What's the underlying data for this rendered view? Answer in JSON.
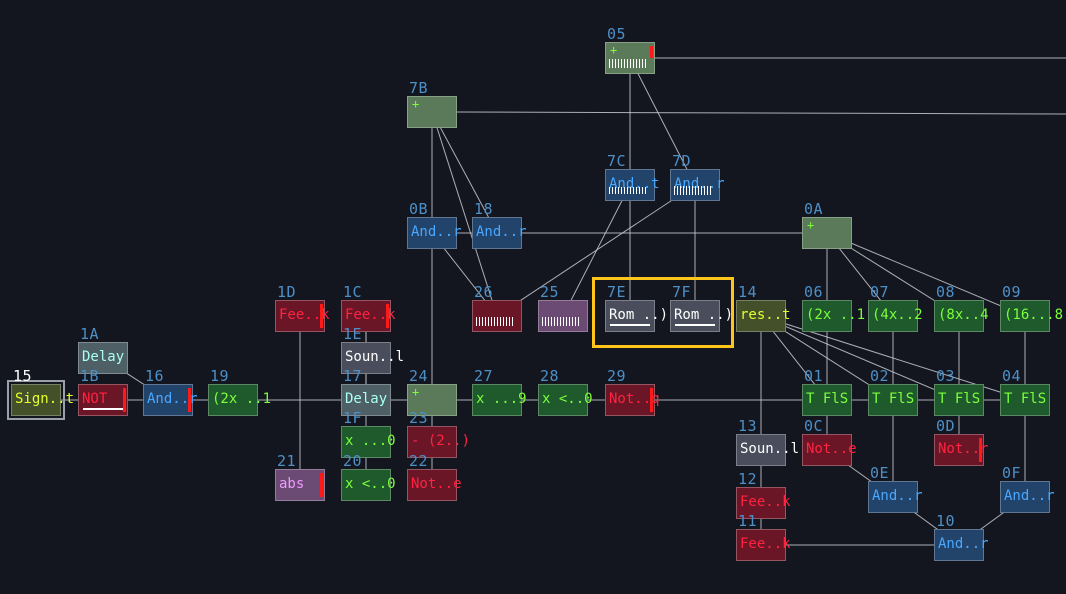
{
  "colors": {
    "background": "#14161f",
    "wire": "#c8cad2",
    "selection_highlight": "#ffc51a",
    "node_id_text": "#4d8fc7"
  },
  "nodes": [
    {
      "id": "05",
      "label": "",
      "type": "sage",
      "plus": true,
      "wave": true,
      "bar": "small"
    },
    {
      "id": "7B",
      "label": "",
      "type": "sage",
      "plus": true
    },
    {
      "id": "7C",
      "label": "And..t",
      "type": "blue",
      "wave": "half"
    },
    {
      "id": "7D",
      "label": "And..r",
      "type": "blue",
      "wave": true
    },
    {
      "id": "0B",
      "label": "And..r",
      "type": "blue"
    },
    {
      "id": "18",
      "label": "And..r",
      "type": "blue"
    },
    {
      "id": "0A",
      "label": "",
      "type": "sage",
      "plus": true
    },
    {
      "id": "1D",
      "label": "Fee..k",
      "type": "red",
      "bar": "full"
    },
    {
      "id": "1C",
      "label": "Fee..k",
      "type": "red",
      "bar": "full"
    },
    {
      "id": "26",
      "label": "",
      "type": "red",
      "wave": true
    },
    {
      "id": "25",
      "label": "",
      "type": "pink",
      "wave": true
    },
    {
      "id": "7E",
      "label": "Rom ..)",
      "type": "grey",
      "uline": true
    },
    {
      "id": "7F",
      "label": "Rom ..)",
      "type": "grey",
      "uline": true
    },
    {
      "id": "14",
      "label": "res..t",
      "type": "olive"
    },
    {
      "id": "06",
      "label": "(2x ..1",
      "type": "green"
    },
    {
      "id": "07",
      "label": "(4x..2",
      "type": "green"
    },
    {
      "id": "08",
      "label": "(8x..4",
      "type": "green"
    },
    {
      "id": "09",
      "label": "(16...8",
      "type": "green"
    },
    {
      "id": "1E",
      "label": "Soun..l",
      "type": "grey"
    },
    {
      "id": "1A",
      "label": "Delay",
      "type": "cyan"
    },
    {
      "id": "15",
      "label": "Sign..t",
      "type": "olive",
      "selected": true
    },
    {
      "id": "1B",
      "label": "NOT",
      "type": "red",
      "bar": "full",
      "uline": true
    },
    {
      "id": "16",
      "label": "And..r",
      "type": "blue",
      "bar": "full"
    },
    {
      "id": "19",
      "label": "(2x ..1",
      "type": "green"
    },
    {
      "id": "17",
      "label": "Delay",
      "type": "cyan"
    },
    {
      "id": "24",
      "label": "",
      "type": "sage",
      "plus": true
    },
    {
      "id": "27",
      "label": "x ...9",
      "type": "green"
    },
    {
      "id": "28",
      "label": "x <..0",
      "type": "green"
    },
    {
      "id": "29",
      "label": "Not..q",
      "type": "red",
      "bar": "full"
    },
    {
      "id": "01",
      "label": "T FlS",
      "type": "green"
    },
    {
      "id": "02",
      "label": "T FlS",
      "type": "green"
    },
    {
      "id": "03",
      "label": "T FlS",
      "type": "green"
    },
    {
      "id": "04",
      "label": "T FlS",
      "type": "green"
    },
    {
      "id": "1F",
      "label": "x ...0",
      "type": "green"
    },
    {
      "id": "23",
      "label": "- (2..)",
      "type": "red"
    },
    {
      "id": "13",
      "label": "Soun..l",
      "type": "grey"
    },
    {
      "id": "0C",
      "label": "Not..e",
      "type": "red"
    },
    {
      "id": "0D",
      "label": "Not..r",
      "type": "red",
      "bar": "full"
    },
    {
      "id": "21",
      "label": "abs",
      "type": "pink",
      "bar": "full"
    },
    {
      "id": "20",
      "label": "x <..0",
      "type": "green"
    },
    {
      "id": "22",
      "label": "Not..e",
      "type": "red"
    },
    {
      "id": "0E",
      "label": "And..r",
      "type": "blue"
    },
    {
      "id": "0F",
      "label": "And..r",
      "type": "blue"
    },
    {
      "id": "12",
      "label": "Fee..k",
      "type": "red"
    },
    {
      "id": "11",
      "label": "Fee..k",
      "type": "red"
    },
    {
      "id": "10",
      "label": "And..r",
      "type": "blue"
    }
  ]
}
